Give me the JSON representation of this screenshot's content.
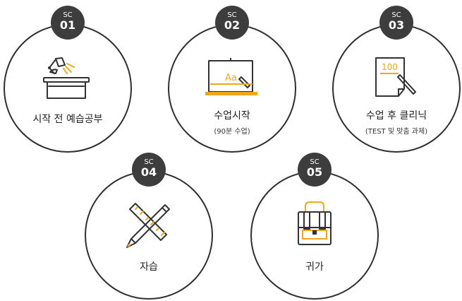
{
  "steps": [
    {
      "badge_prefix": "SC",
      "number": "01",
      "title": "시작 전 예습공부",
      "subtitle": "",
      "icon": "desk-lamp-icon"
    },
    {
      "badge_prefix": "SC",
      "number": "02",
      "title": "수업시작",
      "subtitle": "(90분 수업)",
      "icon": "blackboard-icon",
      "board_text": "Aa"
    },
    {
      "badge_prefix": "SC",
      "number": "03",
      "title": "수업 후 클리닉",
      "subtitle": "(TEST 및 맞춤 과제)",
      "icon": "test-paper-icon",
      "paper_text": "100"
    },
    {
      "badge_prefix": "SC",
      "number": "04",
      "title": "자습",
      "subtitle": "",
      "icon": "ruler-pencil-icon"
    },
    {
      "badge_prefix": "SC",
      "number": "05",
      "title": "귀가",
      "subtitle": "",
      "icon": "backpack-icon"
    }
  ],
  "colors": {
    "badge_bg": "#3d3d3d",
    "circle_border": "#2f2f2f",
    "accent": "#f0a81a",
    "icon_stroke": "#333333"
  }
}
